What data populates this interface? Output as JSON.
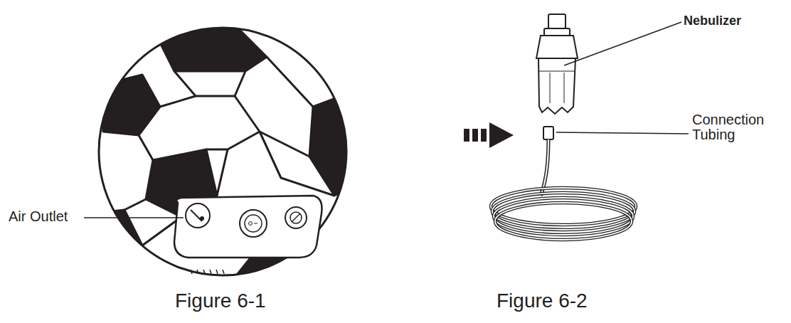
{
  "diagram": {
    "labels": [
      "Air Outlet",
      "Figure 6-1",
      "Nebulizer",
      "Connection Tubing",
      "Figure 6-2"
    ]
  }
}
